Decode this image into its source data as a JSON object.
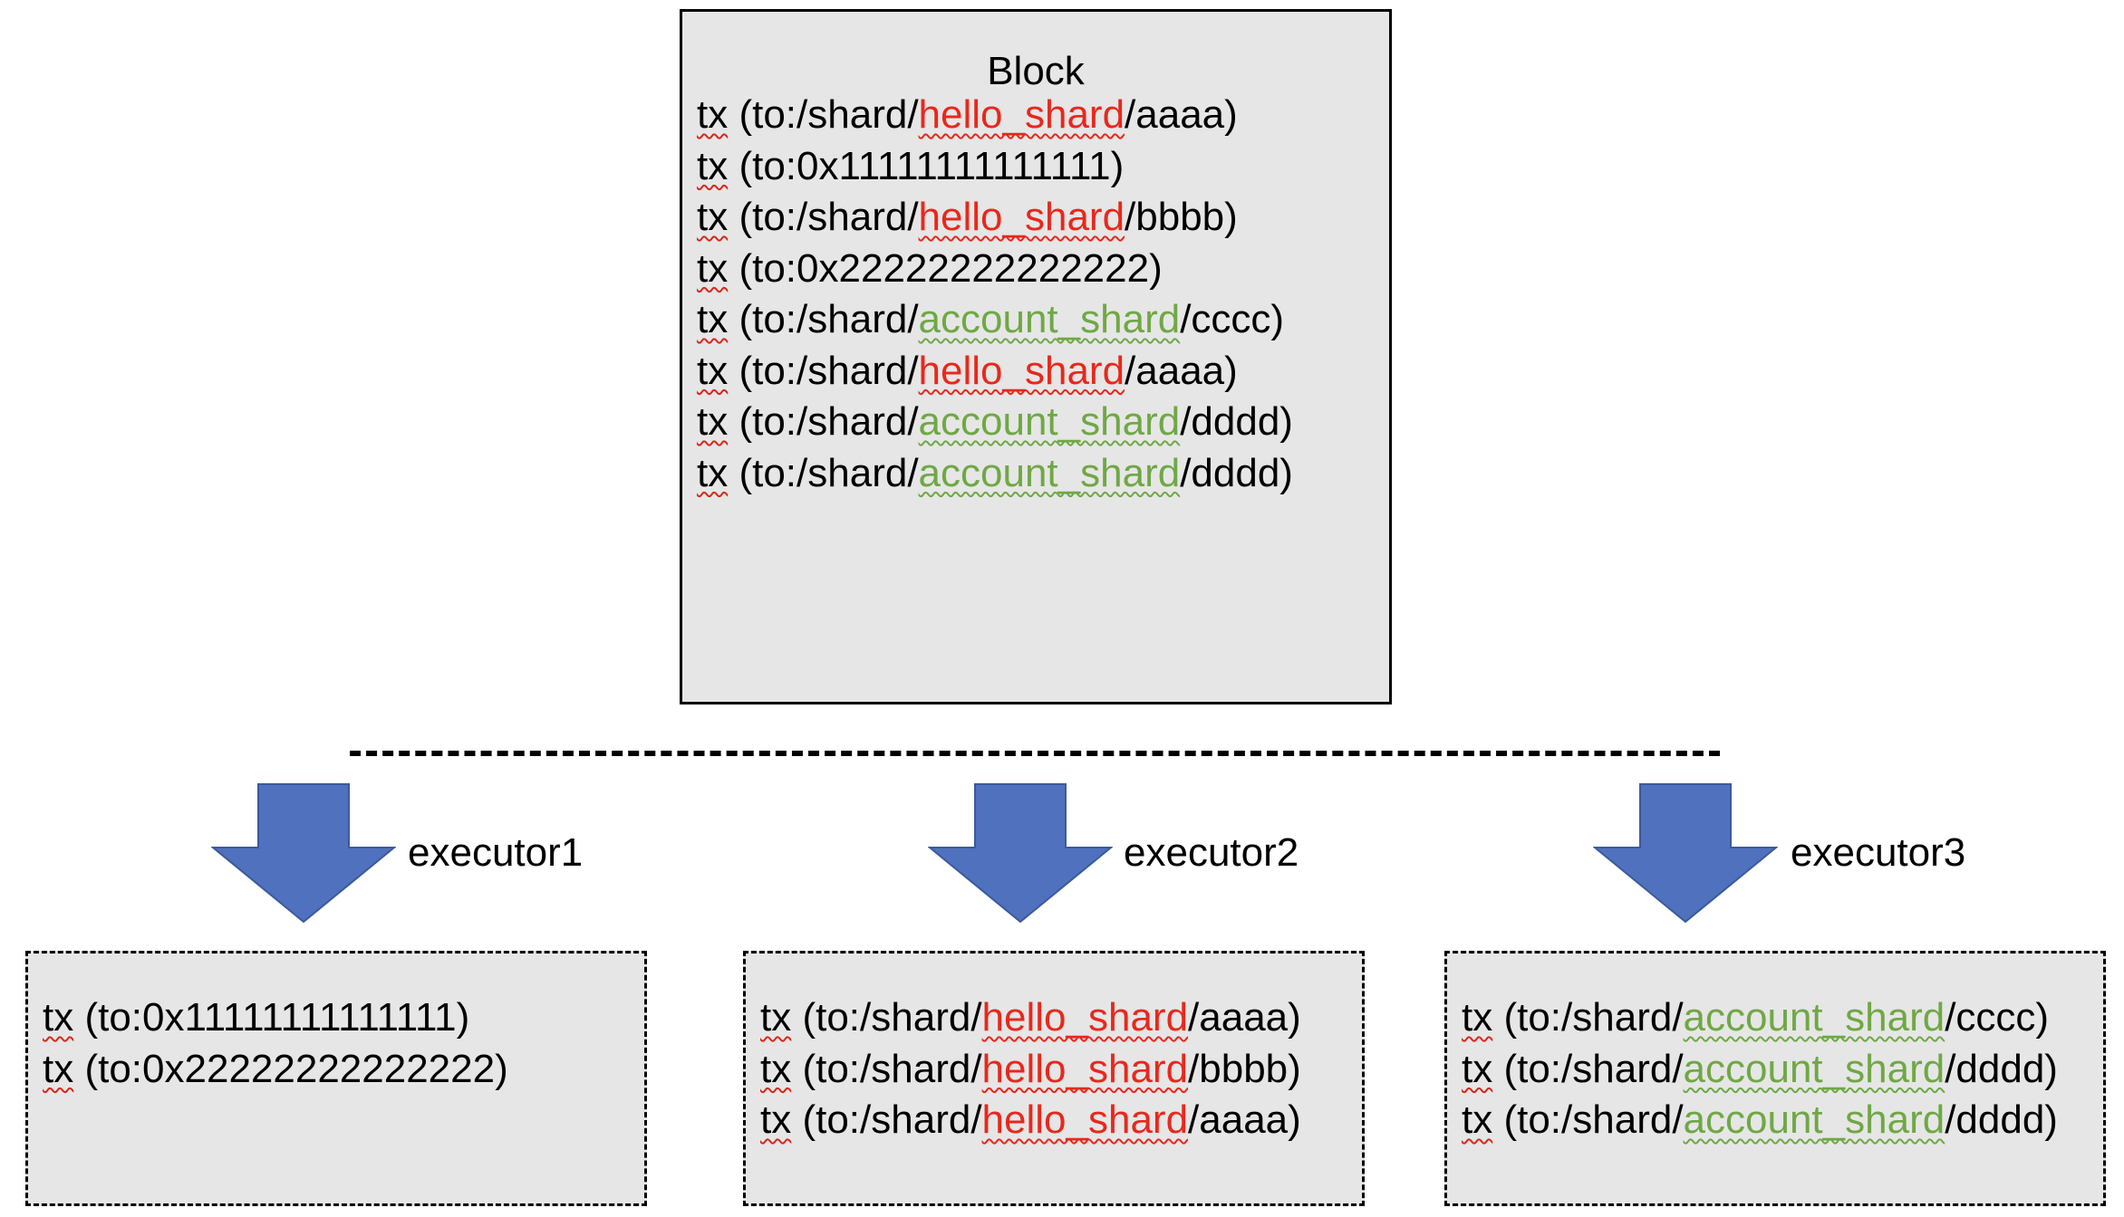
{
  "colors": {
    "box_fill": "#e6e6e6",
    "arrow_fill": "#4f71be",
    "arrow_stroke": "#3b5a9a",
    "hello_shard": "#e8281c",
    "account_shard": "#6fa844",
    "spellcheck_squiggle": "#d6291c"
  },
  "block": {
    "title": "Block",
    "txs": [
      {
        "tx": "tx",
        "pre": " (to:/shard/",
        "shard": "hello_shard",
        "shard_color": "hello",
        "post": "/aaaa)"
      },
      {
        "tx": "tx",
        "pre": " (to:0x11111111111111)",
        "shard": "",
        "shard_color": "",
        "post": ""
      },
      {
        "tx": "tx",
        "pre": " (to:/shard/",
        "shard": "hello_shard",
        "shard_color": "hello",
        "post": "/bbbb)"
      },
      {
        "tx": "tx",
        "pre": " (to:0x22222222222222)",
        "shard": "",
        "shard_color": "",
        "post": ""
      },
      {
        "tx": "tx",
        "pre": " (to:/shard/",
        "shard": "account_shard",
        "shard_color": "account",
        "post": "/cccc)"
      },
      {
        "tx": "tx",
        "pre": " (to:/shard/",
        "shard": "hello_shard",
        "shard_color": "hello",
        "post": "/aaaa)"
      },
      {
        "tx": "tx",
        "pre": " (to:/shard/",
        "shard": "account_shard",
        "shard_color": "account",
        "post": "/dddd)"
      },
      {
        "tx": "tx",
        "pre": " (to:/shard/",
        "shard": "account_shard",
        "shard_color": "account",
        "post": "/dddd)"
      }
    ]
  },
  "executors": [
    {
      "label": "executor1",
      "txs": [
        {
          "tx": "tx",
          "pre": " (to:0x11111111111111)",
          "shard": "",
          "shard_color": "",
          "post": ""
        },
        {
          "tx": "tx",
          "pre": " (to:0x22222222222222)",
          "shard": "",
          "shard_color": "",
          "post": ""
        }
      ]
    },
    {
      "label": "executor2",
      "txs": [
        {
          "tx": "tx",
          "pre": " (to:/shard/",
          "shard": "hello_shard",
          "shard_color": "hello",
          "post": "/aaaa)"
        },
        {
          "tx": "tx",
          "pre": " (to:/shard/",
          "shard": "hello_shard",
          "shard_color": "hello",
          "post": "/bbbb)"
        },
        {
          "tx": "tx",
          "pre": " (to:/shard/",
          "shard": "hello_shard",
          "shard_color": "hello",
          "post": "/aaaa)"
        }
      ]
    },
    {
      "label": "executor3",
      "txs": [
        {
          "tx": "tx",
          "pre": " (to:/shard/",
          "shard": "account_shard",
          "shard_color": "account",
          "post": "/cccc)"
        },
        {
          "tx": "tx",
          "pre": " (to:/shard/",
          "shard": "account_shard",
          "shard_color": "account",
          "post": "/dddd)"
        },
        {
          "tx": "tx",
          "pre": " (to:/shard/",
          "shard": "account_shard",
          "shard_color": "account",
          "post": "/dddd)"
        }
      ]
    }
  ]
}
